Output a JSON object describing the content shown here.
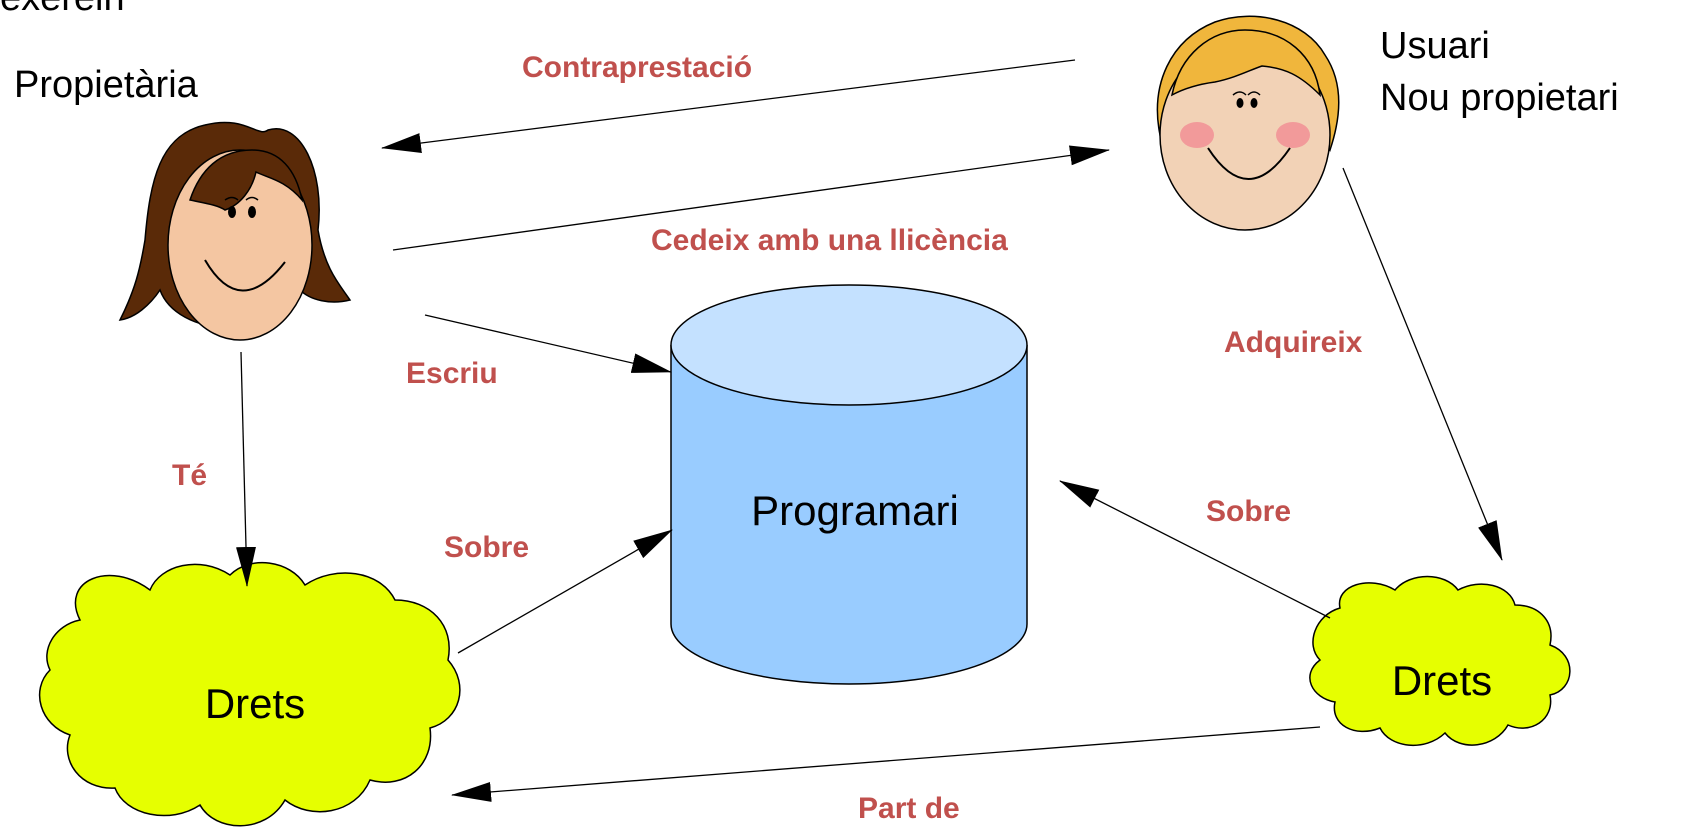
{
  "header": {
    "cropped_title": "exerein"
  },
  "actors": {
    "owner": {
      "label": "Propietària"
    },
    "user": {
      "label_line1": "Usuari",
      "label_line2": "Nou propietari"
    }
  },
  "nodes": {
    "software": {
      "label": "Programari"
    },
    "owner_rights": {
      "label": "Drets"
    },
    "user_rights": {
      "label": "Drets"
    }
  },
  "edges": {
    "compensation": {
      "label": "Contraprestació"
    },
    "license": {
      "label": "Cedeix amb una llicència"
    },
    "writes": {
      "label": "Escriu"
    },
    "has": {
      "label": "Té"
    },
    "owner_rights_about": {
      "label": "Sobre"
    },
    "acquires": {
      "label": "Adquireix"
    },
    "user_rights_about": {
      "label": "Sobre"
    },
    "part_of": {
      "label": "Part de"
    }
  },
  "colors": {
    "edge_label": "#c0504d",
    "cylinder_body": "#99ccff",
    "cylinder_top": "#c4e1ff",
    "cloud_fill": "#e6ff00",
    "hair_owner": "#5a2a08",
    "hair_user": "#f0b63c",
    "skin": "#f4c6a2",
    "skin_user": "#f2d2b6",
    "cheek": "#f29a9a"
  }
}
